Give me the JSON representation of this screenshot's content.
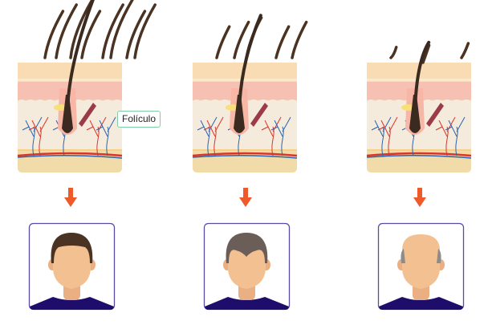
{
  "label": "Folículo",
  "colors": {
    "arrow": "#ee5a2a",
    "frame": "#5b4aa0",
    "shirt": "#1f0d6b",
    "skin": "#f3c191"
  },
  "stages": [
    {
      "name": "healthy",
      "hair_color": "#4a3322",
      "hair_length": 1.0,
      "hair_count": 8
    },
    {
      "name": "thinning",
      "hair_color": "#6b5d58",
      "hair_length": 0.7,
      "hair_count": 5
    },
    {
      "name": "bald",
      "hair_color": "#8c8c8c",
      "hair_length": 0.3,
      "hair_count": 3
    }
  ]
}
